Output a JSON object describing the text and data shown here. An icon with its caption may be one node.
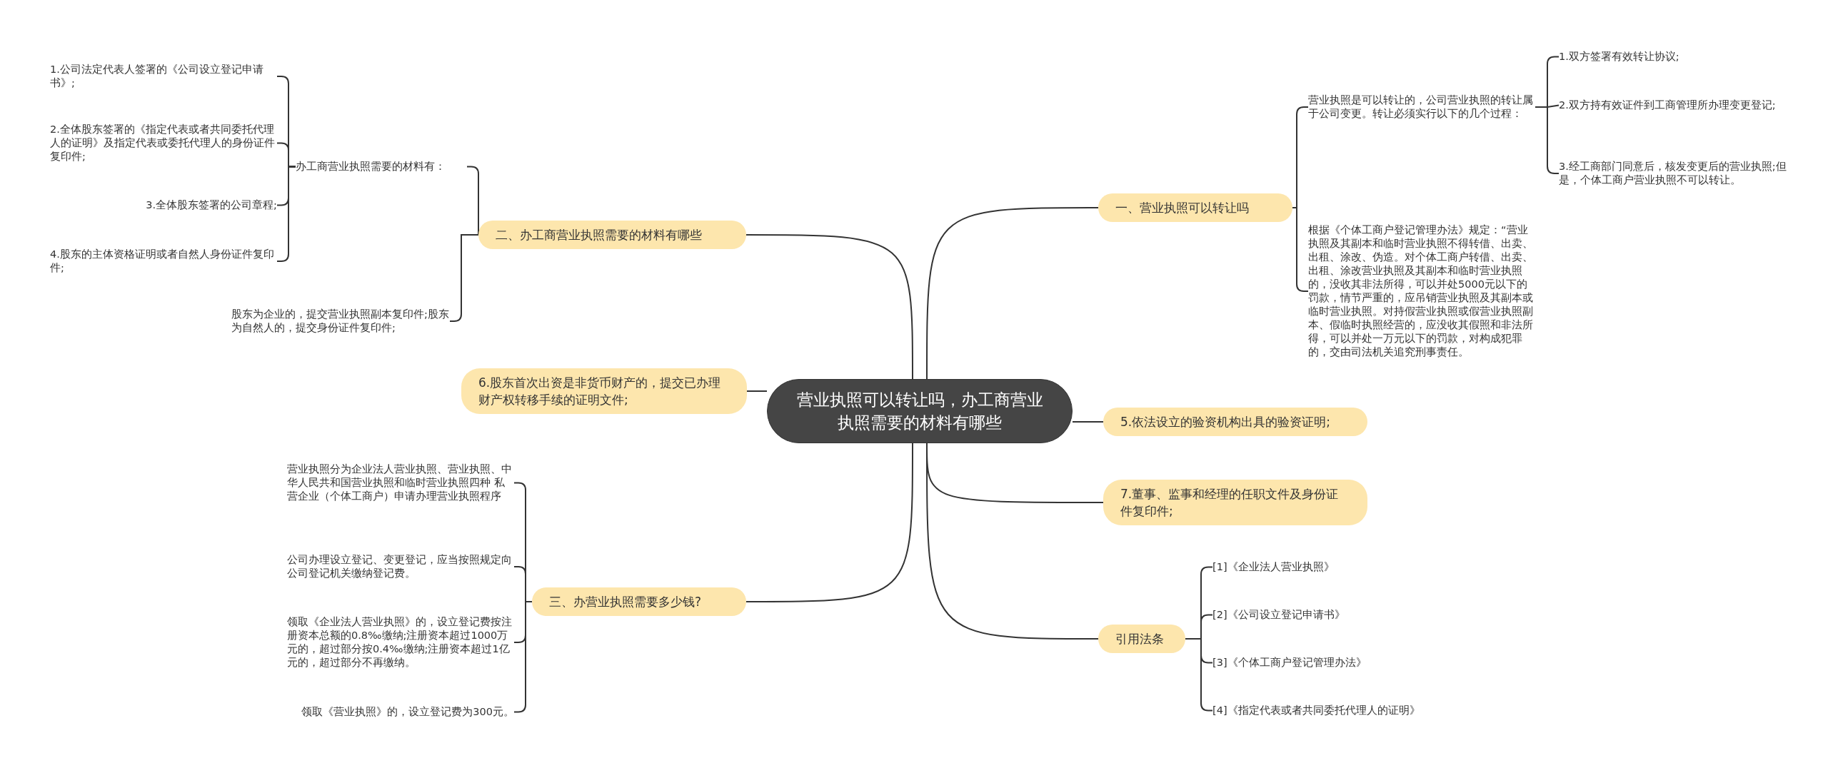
{
  "diagram": {
    "nodes": [
      {
        "text": [
          "营业执照可以转让吗，办工商营业执照需要的材料有哪些"
        ]
      },
      {
        "text": [
          "一、营业执照可以转让吗"
        ]
      },
      {
        "text": [
          "营业执照是可以转让的，公司营业执照的转让属于公司变更。转让必须实行以下的几个过程："
        ]
      },
      {
        "text": [
          "1.双方签署有效转让协议;"
        ]
      },
      {
        "text": [
          "2.双方持有效证件到工商管理所办理变更登记;"
        ]
      },
      {
        "text": [
          "3.经工商部门同意后，核发变更后的营业执照;但是，个体工商户营业执照不可以转让。"
        ]
      },
      {
        "text": [
          "根据《个体工商户登记管理办法》规定：“营业执照及其副本和临时营业执照不得转借、出卖、出租、涂改、伪造。对个体工商户转借、出卖、出租、涂改营业执照及其副本和临时营业执照的，没收其非法所得，可以并处5000元以下的罚款，情节严重的，应吊销营业执照及其副本或临时营业执照。对持假营业执照或假营业执照副本、假临时执照经营的，应没收其假照和非法所得，可以并处一万元以下的罚款，对构成犯罪的，交由司法机关追究刑事责任。"
        ]
      },
      {
        "text": [
          "5.依法设立的验资机构出具的验资证明;"
        ]
      },
      {
        "text": [
          "7.董事、监事和经理的任职文件及身份证件复印件;"
        ]
      },
      {
        "text": [
          "引用法条"
        ]
      },
      {
        "text": [
          "[1]《企业法人营业执照》"
        ]
      },
      {
        "text": [
          "[2]《公司设立登记申请书》"
        ]
      },
      {
        "text": [
          "[3]《个体工商户登记管理办法》"
        ]
      },
      {
        "text": [
          "[4]《指定代表或者共同委托代理人的证明》"
        ]
      },
      {
        "text": [
          "二、办工商营业执照需要的材料有哪些"
        ]
      },
      {
        "text": [
          "办工商营业执照需要的材料有："
        ]
      },
      {
        "text": [
          "1.公司法定代表人签署的《公司设立登记申请书》;"
        ]
      },
      {
        "text": [
          "2.全体股东签署的《指定代表或者共同委托代理人的证明》及指定代表或委托代理人的身份证件复印件;"
        ]
      },
      {
        "text": [
          "3.全体股东签署的公司章程;"
        ]
      },
      {
        "text": [
          "4.股东的主体资格证明或者自然人身份证件复印件;"
        ]
      },
      {
        "text": [
          "股东为企业的，提交营业执照副本复印件;股东为自然人的，提交身份证件复印件;"
        ]
      },
      {
        "text": [
          "6.股东首次出资是非货币财产的，提交已办理财产权转移手续的证明文件;"
        ]
      },
      {
        "text": [
          "三、办营业执照需要多少钱?"
        ]
      },
      {
        "text": [
          "营业执照分为企业法人营业执照、营业执照、中华人民共和国营业执照和临时营业执照四种 私营企业（个体工商户）申请办理营业执照程序"
        ]
      },
      {
        "text": [
          "公司办理设立登记、变更登记，应当按照规定向公司登记机关缴纳登记费。"
        ]
      },
      {
        "text": [
          "领取《企业法人营业执照》的，设立登记费按注册资本总额的0.8‰缴纳;注册资本超过1000万元的，超过部分按0.4‰缴纳;注册资本超过1亿元的，超过部分不再缴纳。"
        ]
      },
      {
        "text": [
          "领取《营业执照》的，设立登记费为300元。"
        ]
      }
    ],
    "edges": [
      {
        "from": 0,
        "to": 1,
        "arrow": "none"
      },
      {
        "from": 1,
        "to": 2,
        "arrow": "none"
      },
      {
        "from": 2,
        "to": 3,
        "arrow": "none"
      },
      {
        "from": 2,
        "to": 4,
        "arrow": "none"
      },
      {
        "from": 2,
        "to": 5,
        "arrow": "none"
      },
      {
        "from": 1,
        "to": 6,
        "arrow": "none"
      },
      {
        "from": 0,
        "to": 7,
        "arrow": "none"
      },
      {
        "from": 0,
        "to": 8,
        "arrow": "none"
      },
      {
        "from": 0,
        "to": 9,
        "arrow": "none"
      },
      {
        "from": 9,
        "to": 10,
        "arrow": "none"
      },
      {
        "from": 9,
        "to": 11,
        "arrow": "none"
      },
      {
        "from": 9,
        "to": 12,
        "arrow": "none"
      },
      {
        "from": 9,
        "to": 13,
        "arrow": "none"
      },
      {
        "from": 0,
        "to": 14,
        "arrow": "none"
      },
      {
        "from": 14,
        "to": 15,
        "arrow": "none"
      },
      {
        "from": 15,
        "to": 16,
        "arrow": "none"
      },
      {
        "from": 15,
        "to": 17,
        "arrow": "none"
      },
      {
        "from": 15,
        "to": 18,
        "arrow": "none"
      },
      {
        "from": 15,
        "to": 19,
        "arrow": "none"
      },
      {
        "from": 14,
        "to": 20,
        "arrow": "none"
      },
      {
        "from": 0,
        "to": 21,
        "arrow": "none"
      },
      {
        "from": 0,
        "to": 22,
        "arrow": "none"
      },
      {
        "from": 22,
        "to": 23,
        "arrow": "none"
      },
      {
        "from": 22,
        "to": 24,
        "arrow": "none"
      },
      {
        "from": 22,
        "to": 25,
        "arrow": "none"
      },
      {
        "from": 22,
        "to": 26,
        "arrow": "none"
      }
    ]
  }
}
